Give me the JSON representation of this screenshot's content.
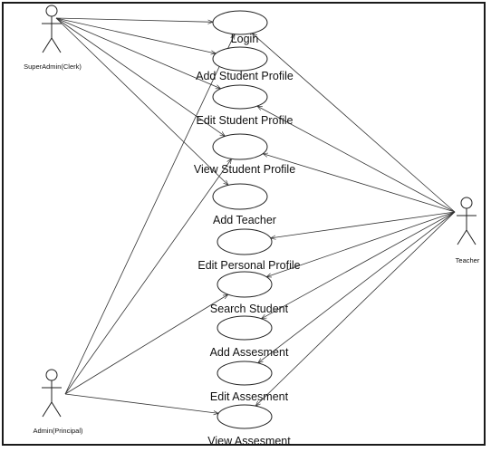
{
  "diagram": {
    "actors": [
      {
        "id": "superadmin",
        "label": "SuperAdmin(Clerk)"
      },
      {
        "id": "teacher",
        "label": "Teacher"
      },
      {
        "id": "admin",
        "label": "Admin(Principal)"
      }
    ],
    "use_cases": [
      {
        "id": "login",
        "label": "Login"
      },
      {
        "id": "add_student",
        "label": "Add Student Profile"
      },
      {
        "id": "edit_student",
        "label": "Edit Student Profile"
      },
      {
        "id": "view_student",
        "label": "View Student Profile"
      },
      {
        "id": "add_teacher",
        "label": "Add Teacher"
      },
      {
        "id": "edit_personal",
        "label": "Edit Personal Profile"
      },
      {
        "id": "search_student",
        "label": "Search Student"
      },
      {
        "id": "add_assessment",
        "label": "Add Assesment"
      },
      {
        "id": "edit_assessment",
        "label": "Edit Assesment"
      },
      {
        "id": "view_assessment",
        "label": "View Assesment"
      }
    ],
    "associations": [
      {
        "from": "superadmin",
        "to": "login"
      },
      {
        "from": "superadmin",
        "to": "add_student"
      },
      {
        "from": "superadmin",
        "to": "edit_student"
      },
      {
        "from": "superadmin",
        "to": "view_student"
      },
      {
        "from": "superadmin",
        "to": "add_teacher"
      },
      {
        "from": "teacher",
        "to": "login"
      },
      {
        "from": "teacher",
        "to": "edit_student"
      },
      {
        "from": "teacher",
        "to": "view_student"
      },
      {
        "from": "teacher",
        "to": "edit_personal"
      },
      {
        "from": "teacher",
        "to": "search_student"
      },
      {
        "from": "teacher",
        "to": "add_assessment"
      },
      {
        "from": "teacher",
        "to": "edit_assessment"
      },
      {
        "from": "teacher",
        "to": "view_assessment"
      },
      {
        "from": "admin",
        "to": "login"
      },
      {
        "from": "admin",
        "to": "view_student"
      },
      {
        "from": "admin",
        "to": "search_student"
      },
      {
        "from": "admin",
        "to": "view_assessment"
      }
    ]
  }
}
